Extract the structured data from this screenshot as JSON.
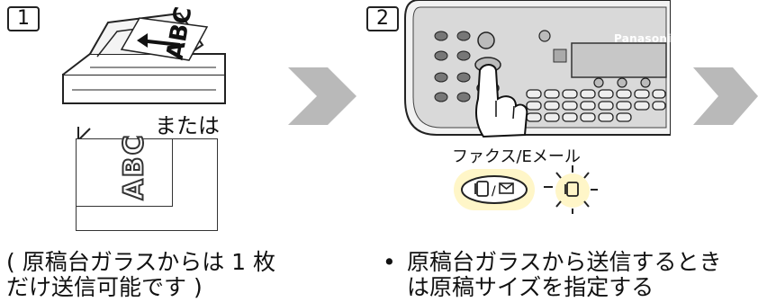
{
  "steps": [
    {
      "number": "1"
    },
    {
      "number": "2"
    }
  ],
  "step1": {
    "feeder_letters": "ABC",
    "or_text": "または",
    "glass_letters": "ABC",
    "caption_line1": "( 原稿台ガラスからは 1 枚",
    "caption_line2": "だけ送信可能です )"
  },
  "step2": {
    "brand": "Panasonic",
    "button_label": "ファクス/Eメール",
    "bullet": "•",
    "caption_line1": "原稿台ガラスから送信するとき",
    "caption_line2": "は原稿サイズを指定する"
  },
  "icons": {
    "arrow": "chevron-right-arrow",
    "fax_email_button": "fax-email-button-icon",
    "fax_lamp": "fax-lamp-icon"
  },
  "colors": {
    "arrow": "#b9b9b9",
    "panel": "#d9d9d9",
    "glow": "#fff6c8"
  }
}
